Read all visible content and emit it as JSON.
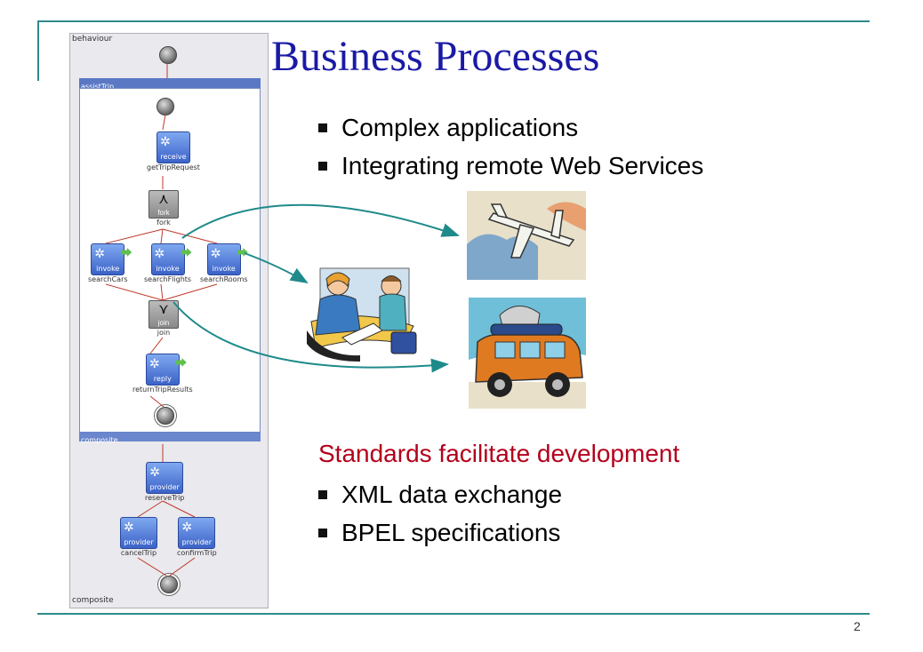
{
  "slide": {
    "title": "Business Processes",
    "bullets": [
      "Complex applications",
      "Integrating remote Web Services"
    ],
    "standards_heading": "Standards facilitate development",
    "standards_bullets": [
      "XML data exchange",
      "BPEL specifications"
    ],
    "page_number": "2"
  },
  "diagram": {
    "behaviour_label": "behaviour",
    "scope_label": "assistTrip",
    "composite_bar_label": "composite",
    "composite_footer_label": "composite",
    "receive": {
      "kind": "receive",
      "label": "getTripRequest"
    },
    "fork": {
      "kind": "fork",
      "label": "fork"
    },
    "invokes": [
      {
        "kind": "invoke",
        "label": "searchCars"
      },
      {
        "kind": "invoke",
        "label": "searchFlights"
      },
      {
        "kind": "invoke",
        "label": "searchRooms"
      }
    ],
    "join": {
      "kind": "join",
      "label": "join"
    },
    "reply": {
      "kind": "reply",
      "label": "returnTripResults"
    },
    "provider_top": {
      "kind": "provider",
      "label": "reserveTrip"
    },
    "providers": [
      {
        "kind": "provider",
        "label": "cancelTrip"
      },
      {
        "kind": "provider",
        "label": "confirmTrip"
      }
    ]
  },
  "colors": {
    "title": "#1a1aa6",
    "standards_heading": "#b3001b",
    "frame": "#2e8b8b",
    "connector": "#1f8a8a",
    "activity": "#3b63c8"
  },
  "icons": [
    "gear-icon",
    "green-arrow-icon",
    "airplane-clipart",
    "travel-agent-clipart",
    "car-clipart"
  ]
}
